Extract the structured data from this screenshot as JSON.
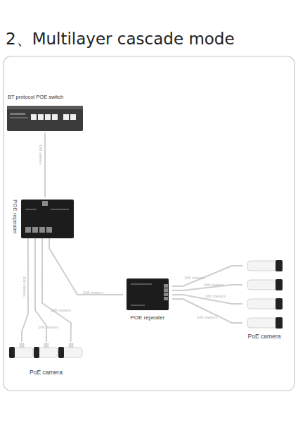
{
  "diagram": {
    "title": "2、Multilayer cascade mode",
    "nodes": [
      {
        "text": [
          "BT protocol POE switch"
        ]
      },
      {
        "text": [
          "POE repeater"
        ]
      },
      {
        "text": [
          "POE repeater"
        ]
      },
      {
        "text": [
          "PoE camera"
        ]
      },
      {
        "text": [
          "PoE camera"
        ]
      }
    ],
    "edges": [
      {
        "from": 0,
        "to": 1,
        "label": "100 meters",
        "arrow": "none"
      },
      {
        "from": 1,
        "to": 2,
        "label": "100 meters",
        "arrow": "none"
      },
      {
        "from": 1,
        "to": 3,
        "label": "100 meters",
        "arrow": "none"
      },
      {
        "from": 1,
        "to": 3,
        "label": "100 meters",
        "arrow": "none"
      },
      {
        "from": 1,
        "to": 3,
        "label": "100 meters",
        "arrow": "none"
      },
      {
        "from": 2,
        "to": 4,
        "label": "100 meters",
        "arrow": "none"
      },
      {
        "from": 2,
        "to": 4,
        "label": "100 meters",
        "arrow": "none"
      },
      {
        "from": 2,
        "to": 4,
        "label": "100 meters",
        "arrow": "none"
      },
      {
        "from": 2,
        "to": 4,
        "label": "100 meters",
        "arrow": "none"
      }
    ]
  }
}
